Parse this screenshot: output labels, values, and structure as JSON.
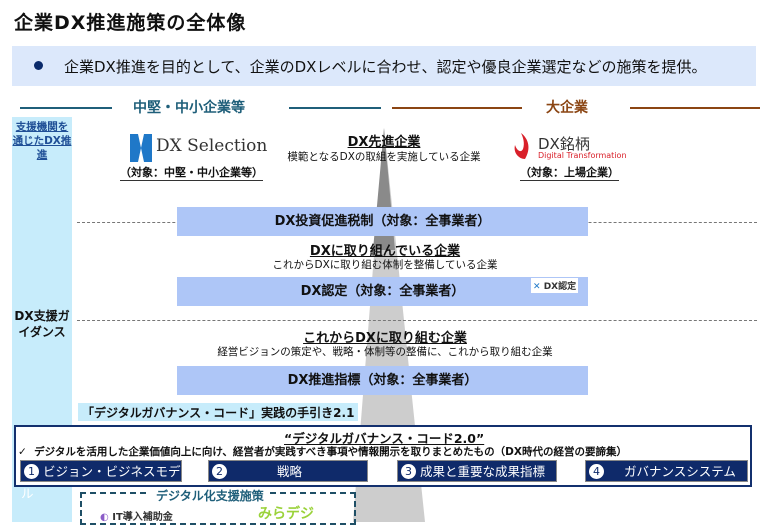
{
  "title": "企業DX推進施策の全体像",
  "summary": "企業DX推進を目的として、企業のDXレベルに合わせ、認定や優良企業選定などの施策を提供。",
  "headers": {
    "sme": "中堅・中小企業等",
    "large": "大企業"
  },
  "left_column": {
    "support": "支援機関を通じたDX推進",
    "guidance": "DX支援ガイダンス"
  },
  "top": {
    "dx_selection": {
      "logo": "DX Selection",
      "target": "（対象：中堅・中小企業等）"
    },
    "advanced": {
      "title": "DX先進企業",
      "desc": "模範となるDXの取組を実施している企業"
    },
    "dx_meigara": {
      "logo": "DX銘柄",
      "logo_sub": "Digital Transformation",
      "target": "（対象：上場企業）"
    }
  },
  "bars": [
    "DX投資促進税制（対象：全事業者）",
    "DX認定（対象：全事業者）",
    "DX推進指標（対象：全事業者）"
  ],
  "middle": {
    "title": "DXに取り組んでいる企業",
    "desc": "これからDXに取り組む体制を整備している企業",
    "logo": "DX認定"
  },
  "lower": {
    "title": "これからDXに取り組む企業",
    "desc": "経営ビジョンの策定や、戦略・体制等の整備に、これから取り組む企業"
  },
  "guide": "「デジタルガバナンス・コード」実践の手引き2.1",
  "code": {
    "title": "“デジタルガバナンス・コード2.0”",
    "check": "✓",
    "desc": "デジタルを活用した企業価値向上に向け、経営者が実践すべき事項や情報開示を取りまとめたもの（DX時代の経営の要諦集）",
    "pillars": [
      {
        "n": "1",
        "label": "ビジョン・ビジネスモデル"
      },
      {
        "n": "2",
        "label": "戦略"
      },
      {
        "n": "3",
        "label": "成果と重要な成果指標"
      },
      {
        "n": "4",
        "label": "ガバナンスシステム"
      }
    ]
  },
  "digital": {
    "title": "デジタル化支援施策",
    "it": "IT導入補助金",
    "mirai": "みらデジ"
  },
  "colors": {
    "sme": "#1f5f7a",
    "large": "#8b4513",
    "bar": "#aec6f7",
    "navy": "#0f2a6a",
    "left": "#c7ecfb"
  }
}
